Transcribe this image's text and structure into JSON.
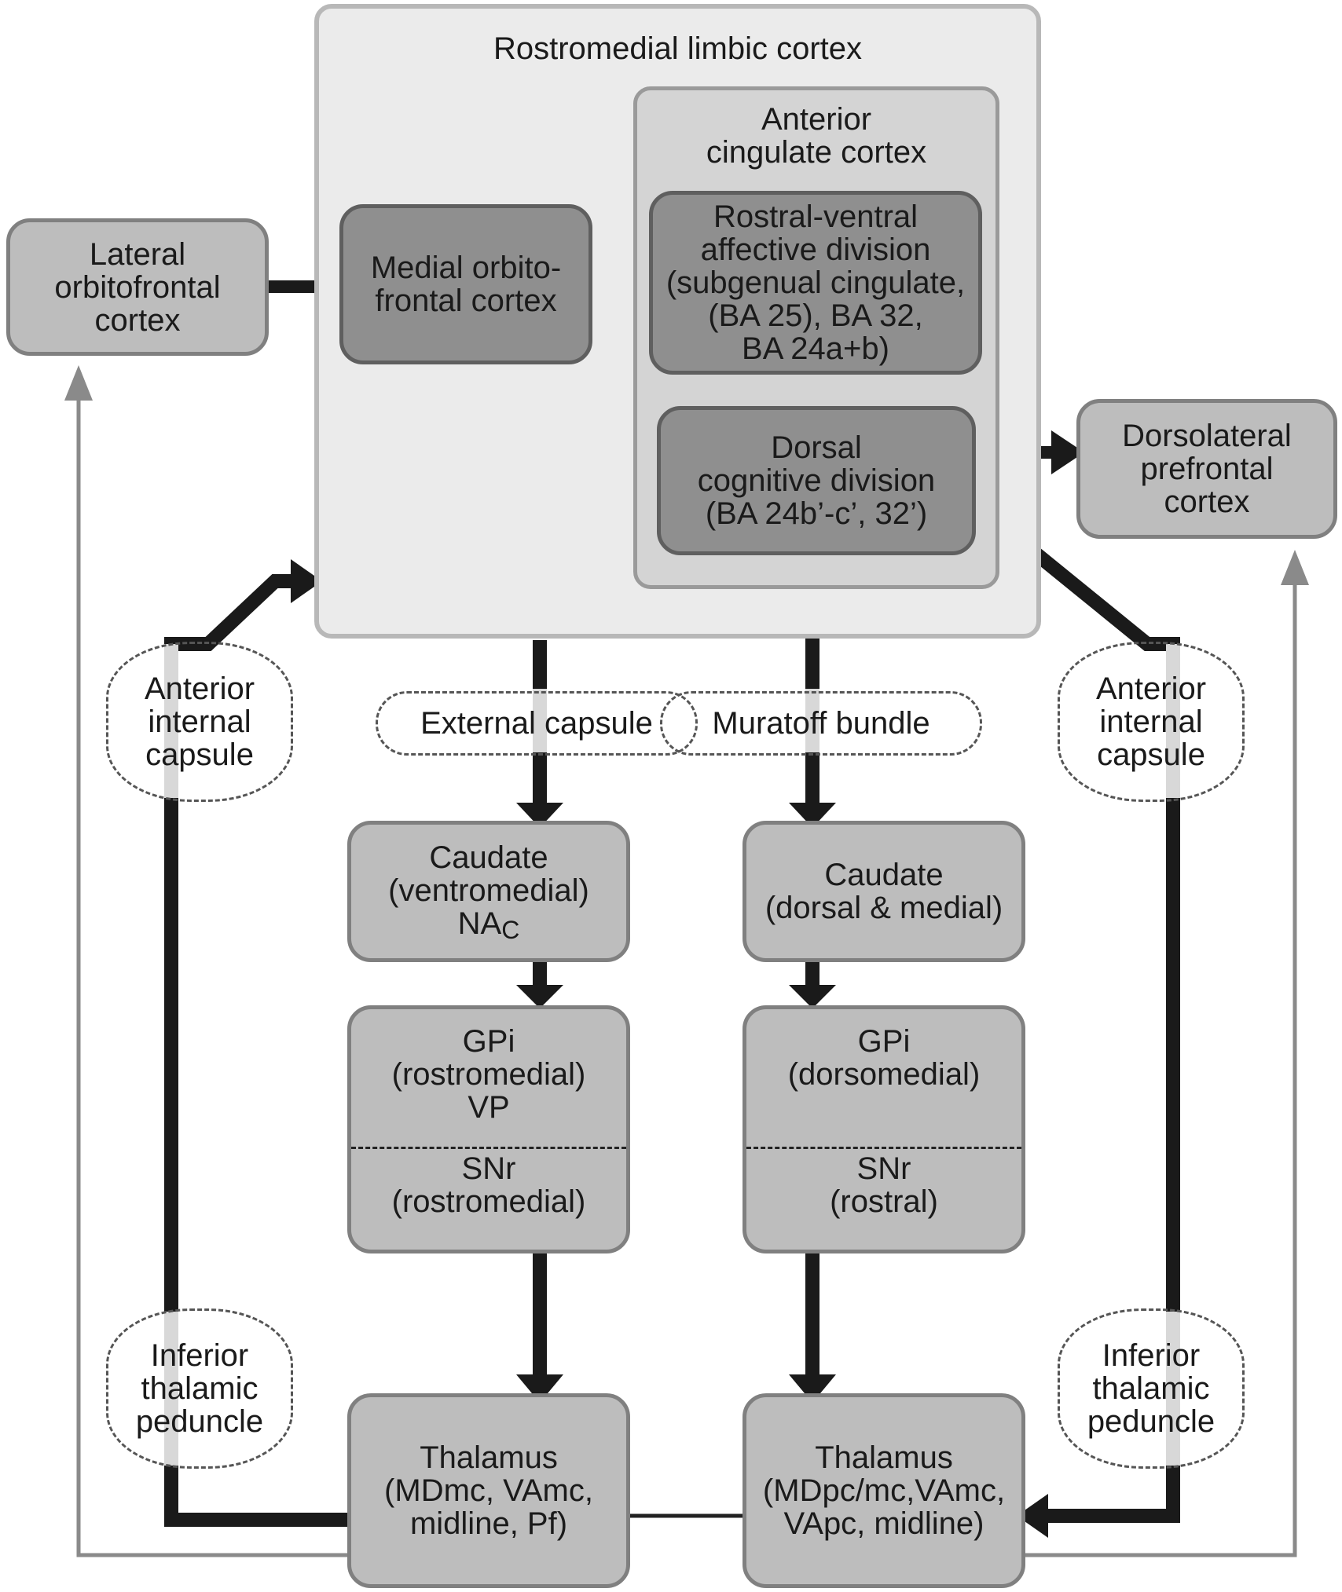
{
  "rostromedial": {
    "title": "Rostromedial limbic cortex"
  },
  "acc": {
    "title": [
      "Anterior",
      "cingulate cortex"
    ]
  },
  "lofc": {
    "lines": [
      "Lateral",
      "orbitofrontal",
      "cortex"
    ]
  },
  "mofc": {
    "lines": [
      "Medial orbito-",
      "frontal cortex"
    ]
  },
  "rostral_ventral": {
    "lines": [
      "Rostral-ventral",
      "affective division",
      "(subgenual  cingulate,",
      "(BA 25), BA 32,",
      "BA 24a+b)"
    ]
  },
  "dorsal_cognitive": {
    "lines": [
      "Dorsal",
      "cognitive division",
      "(BA 24b’-c’, 32’)"
    ]
  },
  "dlpfc": {
    "lines": [
      "Dorsolateral",
      "prefrontal",
      "cortex"
    ]
  },
  "aic_left": {
    "lines": [
      "Anterior",
      "internal",
      "capsule"
    ]
  },
  "aic_right": {
    "lines": [
      "Anterior",
      "internal",
      "capsule"
    ]
  },
  "itp_left": {
    "lines": [
      "Inferior",
      "thalamic",
      "peduncle"
    ]
  },
  "itp_right": {
    "lines": [
      "Inferior",
      "thalamic",
      "peduncle"
    ]
  },
  "external_capsule": {
    "label": "External capsule"
  },
  "muratoff": {
    "label": "Muratoff bundle"
  },
  "caudate_left": {
    "lines": [
      "Caudate",
      "(ventromedial)"
    ],
    "nac_main": "NA",
    "nac_sub": "C"
  },
  "caudate_right": {
    "lines": [
      "Caudate",
      "(dorsal & medial)"
    ]
  },
  "gpi_left": {
    "top": [
      "GPi",
      "(rostromedial)",
      "VP"
    ],
    "bottom": [
      "SNr",
      "(rostromedial)"
    ]
  },
  "gpi_right": {
    "top": [
      "GPi",
      "(dorsomedial)"
    ],
    "bottom": [
      "SNr",
      "(rostral)"
    ]
  },
  "thal_left": {
    "lines": [
      "Thalamus",
      "(MDmc, VAmc,",
      "midline, Pf)"
    ]
  },
  "thal_right": {
    "lines": [
      "Thalamus",
      "(MDpc/mc,VAmc,",
      "VApc, midline)"
    ]
  }
}
